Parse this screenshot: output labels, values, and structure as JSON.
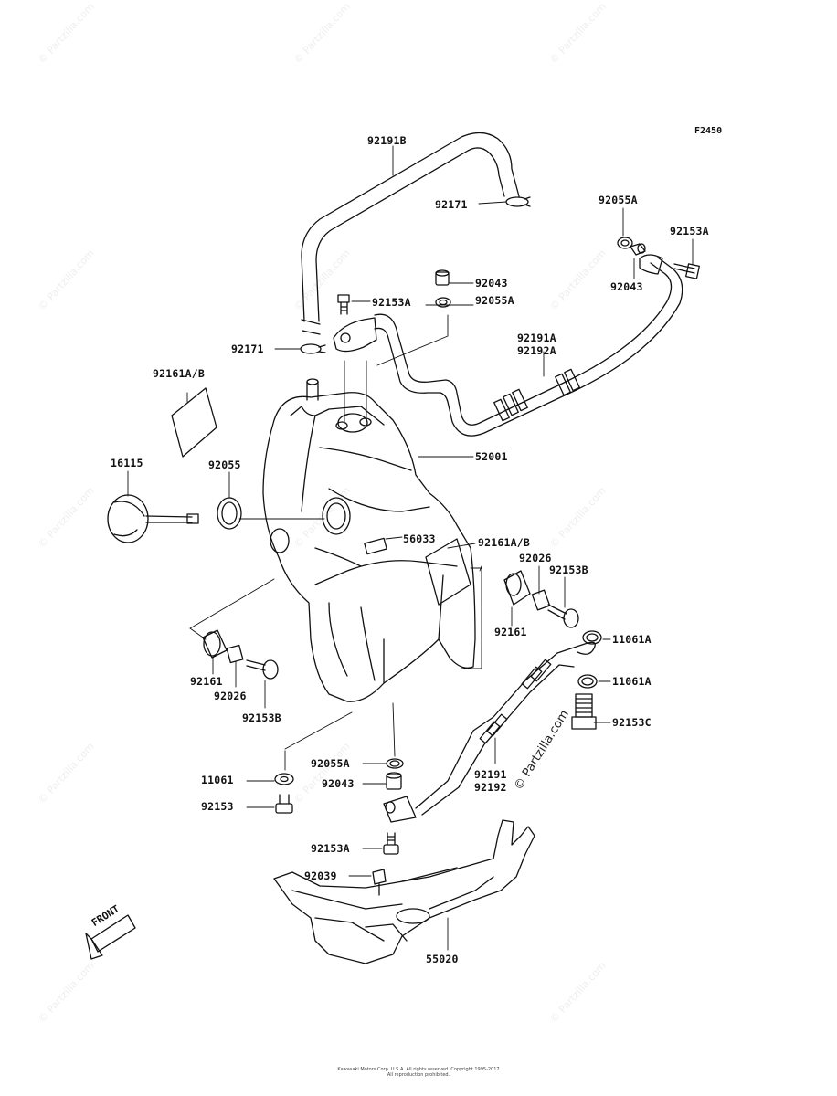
{
  "figure_code": "F2450",
  "watermark_text": "© Partzilla.com",
  "front_label": "FRONT",
  "footer": {
    "line1": "Kawasaki Motors Corp. U.S.A. All rights reserved. Copyright 1995-2017",
    "line2": "All reproduction prohibited."
  },
  "labels": [
    {
      "id": "l1",
      "text": "92191B"
    },
    {
      "id": "l2",
      "text": "92171"
    },
    {
      "id": "l3",
      "text": "92055A"
    },
    {
      "id": "l4",
      "text": "92153A"
    },
    {
      "id": "l5",
      "text": "92043"
    },
    {
      "id": "l6",
      "text": "92043"
    },
    {
      "id": "l7",
      "text": "92153A"
    },
    {
      "id": "l8",
      "text": "92055A"
    },
    {
      "id": "l9",
      "text": "92191A"
    },
    {
      "id": "l10",
      "text": "92192A"
    },
    {
      "id": "l11",
      "text": "92171"
    },
    {
      "id": "l12",
      "text": "92161A/B"
    },
    {
      "id": "l13",
      "text": "52001"
    },
    {
      "id": "l14",
      "text": "16115"
    },
    {
      "id": "l15",
      "text": "92055"
    },
    {
      "id": "l16",
      "text": "56033"
    },
    {
      "id": "l17",
      "text": "92161A/B"
    },
    {
      "id": "l18",
      "text": "92026"
    },
    {
      "id": "l19",
      "text": "92153B"
    },
    {
      "id": "l20",
      "text": "92161"
    },
    {
      "id": "l21",
      "text": "11061A"
    },
    {
      "id": "l22",
      "text": "11061A"
    },
    {
      "id": "l23",
      "text": "92161"
    },
    {
      "id": "l24",
      "text": "92026"
    },
    {
      "id": "l25",
      "text": "92153B"
    },
    {
      "id": "l26",
      "text": "92153C"
    },
    {
      "id": "l27",
      "text": "92055A"
    },
    {
      "id": "l28",
      "text": "92191"
    },
    {
      "id": "l29",
      "text": "92192"
    },
    {
      "id": "l30",
      "text": "11061"
    },
    {
      "id": "l31",
      "text": "92043"
    },
    {
      "id": "l32",
      "text": "92153"
    },
    {
      "id": "l33",
      "text": "92153A"
    },
    {
      "id": "l34",
      "text": "92039"
    },
    {
      "id": "l35",
      "text": "55020"
    }
  ]
}
